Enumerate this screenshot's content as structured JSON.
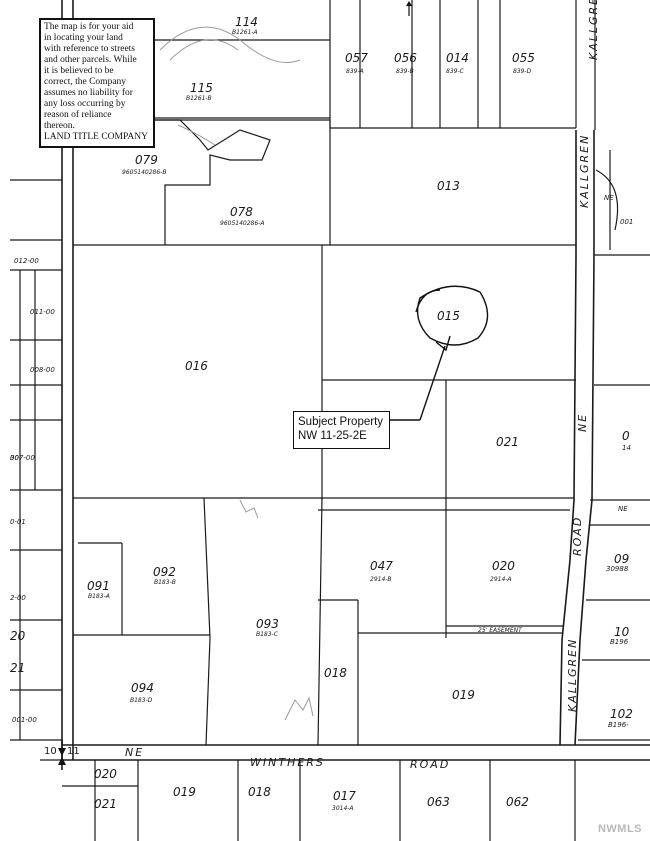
{
  "disclaimer": {
    "text": "The map is for your aid\nin locating your land\nwith reference to streets\nand other parcels.  While\nit is believed to be\ncorrect, the Company\nassumes no liability for\nany loss occurring by\nreason of reliance\nthereon.",
    "company": "LAND TITLE COMPANY"
  },
  "callout": {
    "title": "Subject Property",
    "location": "NW 11-25-2E"
  },
  "watermark": {
    "text": "NWMLS"
  },
  "roads": {
    "kallgren_top": "KALLGREN   ROAD",
    "kallgren_ne_upper": "KALLGREN",
    "kallgren_ne": "NE",
    "kallgren_road_mid": "ROAD",
    "kallgren_lower": "KALLGREN",
    "winthers_ne": "NE",
    "winthers_name": "WINTHERS",
    "winthers_road": "ROAD",
    "easement": "25' EASEMENT",
    "ne_small_top": "NE",
    "ne_small_right": "NE"
  },
  "section_corner": {
    "left": "10",
    "right": "11"
  },
  "parcels": [
    {
      "id": "114",
      "sub": "B1261-A"
    },
    {
      "id": "057",
      "sub": "839-A"
    },
    {
      "id": "056",
      "sub": "839-B"
    },
    {
      "id": "014",
      "sub": "839-C"
    },
    {
      "id": "055",
      "sub": "839-D"
    },
    {
      "id": "115",
      "sub": "B1261-B"
    },
    {
      "id": "079",
      "sub": "9605140286-B"
    },
    {
      "id": "078",
      "sub": "9605140286-A"
    },
    {
      "id": "013",
      "sub": ""
    },
    {
      "id": "016",
      "sub": ""
    },
    {
      "id": "015",
      "sub": ""
    },
    {
      "id": "021",
      "sub": ""
    },
    {
      "id": "092",
      "sub": "B183-B"
    },
    {
      "id": "091",
      "sub": "B183-A"
    },
    {
      "id": "093",
      "sub": "B183-C"
    },
    {
      "id": "047",
      "sub": "2914-B"
    },
    {
      "id": "020",
      "sub": "2914-A"
    },
    {
      "id": "094",
      "sub": "B183-D"
    },
    {
      "id": "018",
      "sub": ""
    },
    {
      "id": "019",
      "sub": ""
    },
    {
      "id": "020",
      "sub": ""
    },
    {
      "id": "021",
      "sub": ""
    },
    {
      "id": "019",
      "sub": ""
    },
    {
      "id": "018",
      "sub": ""
    },
    {
      "id": "017",
      "sub": "3014-A"
    },
    {
      "id": "063",
      "sub": ""
    },
    {
      "id": "062",
      "sub": ""
    }
  ],
  "side_parcels": [
    "012-00",
    "011-00",
    "008-00",
    "007-00",
    "0-01",
    "2-00",
    "20",
    "21",
    "001-00",
    "30",
    "001",
    "0",
    "14",
    "09",
    "30988",
    "10",
    "B196",
    "102",
    "B196-"
  ]
}
